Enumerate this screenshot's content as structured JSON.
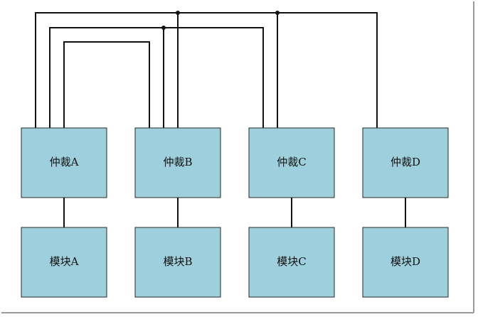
{
  "colors": {
    "box_fill": "#9dd0dc",
    "box_stroke": "#2a2a2a",
    "wire": "#111111",
    "frame": "#7a7a7a"
  },
  "arbiters": [
    {
      "label": "仲裁A"
    },
    {
      "label": "仲裁B"
    },
    {
      "label": "仲裁C"
    },
    {
      "label": "仲裁D"
    }
  ],
  "modules": [
    {
      "label": "模块A"
    },
    {
      "label": "模块B"
    },
    {
      "label": "模块C"
    },
    {
      "label": "模块D"
    }
  ]
}
